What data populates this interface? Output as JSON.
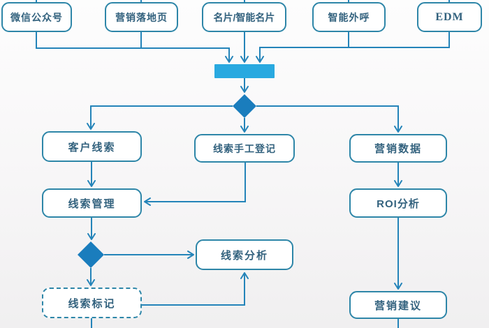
{
  "diagram": {
    "kind": "marketing-lead-flowchart",
    "colors": {
      "connector": "#2484b9",
      "node_border": "#2e86a8",
      "node_text": "#33627e",
      "merge_bar_fill": "#29a9e0",
      "diamond_fill": "#1a7dbd",
      "background": "#f7f6f7"
    },
    "nodes": {
      "wechat_official_account": {
        "label": "微信公众号"
      },
      "marketing_landing_page": {
        "label": "营销落地页"
      },
      "business_card": {
        "label": "名片/智能名片"
      },
      "smart_outbound_call": {
        "label": "智能外呼"
      },
      "edm": {
        "label": "EDM"
      },
      "customer_leads": {
        "label": "客户线索"
      },
      "manual_lead_entry": {
        "label": "线索手工登记"
      },
      "marketing_data": {
        "label": "营销数据"
      },
      "lead_management": {
        "label": "线索管理"
      },
      "roi_analysis": {
        "label": "ROI分析"
      },
      "lead_analysis": {
        "label": "线索分析"
      },
      "lead_tagging": {
        "label": "线索标记",
        "style": "dashed"
      },
      "marketing_advice": {
        "label": "营销建议"
      }
    },
    "shapes": {
      "merge_bar": "sync-merge-bar",
      "decision_top": "diamond",
      "decision_bottom": "diamond"
    }
  }
}
